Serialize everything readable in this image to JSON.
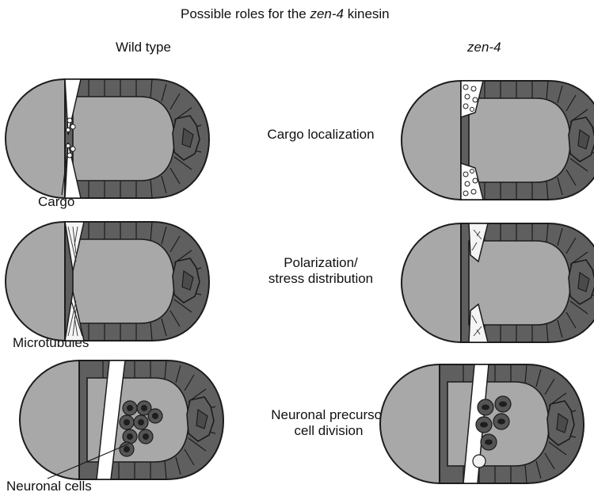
{
  "title": {
    "prefix": "Possible roles for the ",
    "gene": "zen-4",
    "suffix": " kinesin"
  },
  "columns": {
    "left": "Wild type",
    "right": "zen-4"
  },
  "rows": [
    {
      "line1": "Cargo localization",
      "line2": ""
    },
    {
      "line1": "Polarization/",
      "line2": "stress distribution"
    },
    {
      "line1": "Neuronal precursor",
      "line2": "cell division"
    }
  ],
  "callouts": {
    "cargo": "Cargo",
    "microtubules": "Microtubules",
    "neuronal_cells": "Neuronal cells"
  },
  "colors": {
    "body": "#a8a8a8",
    "cells": "#5f5f5f",
    "outline": "#1c1c1c",
    "neuron": "#555555",
    "neuron_nucleus": "#1e1e1e"
  }
}
